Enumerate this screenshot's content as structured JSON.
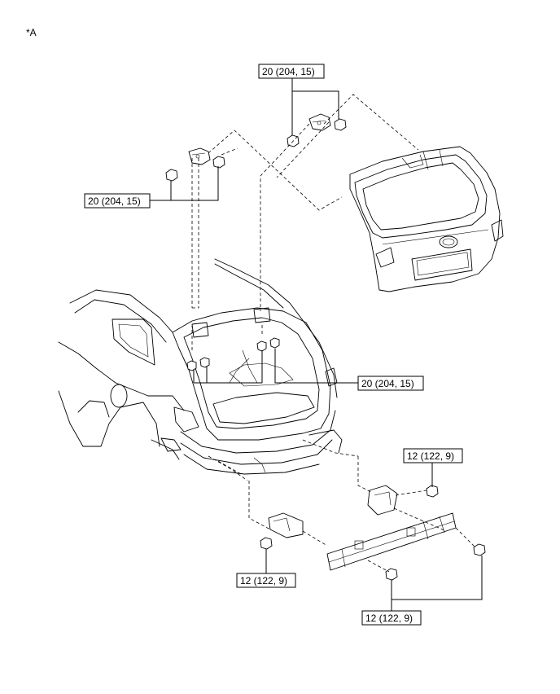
{
  "view_marker": "*A",
  "torque_labels": {
    "hinge_upper_right": "20 (204, 15)",
    "hinge_upper_left": "20 (204, 15)",
    "hinge_body_nuts": "20 (204, 15)",
    "bracket_right_bolt": "12 (122, 9)",
    "bracket_left_bolt": "12 (122, 9)",
    "reinforcement_bolts": "12 (122, 9)"
  }
}
